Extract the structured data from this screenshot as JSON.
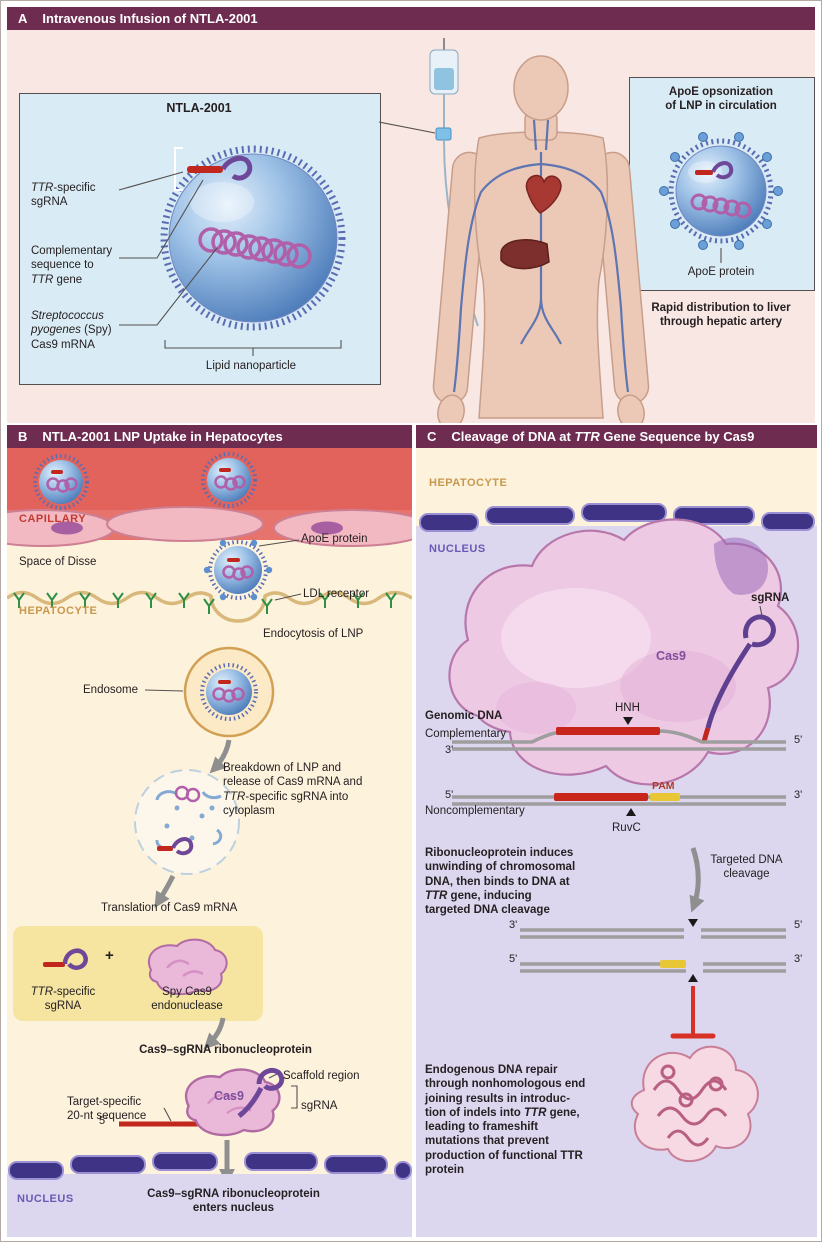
{
  "colors": {
    "panel_header": "#6e2c50",
    "panel_a_bg": "#f8e7e3",
    "cytoplasm_bg": "#fdf2dc",
    "nucleus_bg": "#dcd7ef",
    "info_box_bg": "#d9ecf5",
    "highlight_box_bg": "#f5e5a1",
    "capillary_red": "#e2625c",
    "target_red": "#c8251b",
    "pam_yellow": "#e8c636",
    "lnp_blue": "#4d7cba",
    "sgrna_purple": "#6f4798",
    "cas9_pink": "#eab9d9",
    "arrow_gray": "#8f8f8f"
  },
  "panel_a": {
    "panel_label": "A",
    "title": "Intravenous Infusion of NTLA-2001",
    "ntla_box": {
      "title": "NTLA-2001",
      "label_sgrna": "*TTR*-specific\nsgRNA",
      "label_complementary": "Complementary\nsequence to\n*TTR* gene",
      "label_spy_cas9": "*Streptococcus*\n*pyogenes* (Spy)\nCas9 mRNA",
      "label_lipid_nanoparticle": "Lipid nanoparticle"
    },
    "apoe_box": {
      "title": "ApoE opsonization\nof LNP in circulation",
      "label_apoe_protein": "ApoE protein"
    },
    "caption": "Rapid distribution to liver\nthrough hepatic artery"
  },
  "panel_b": {
    "panel_label": "B",
    "title": "NTLA-2001 LNP Uptake in Hepatocytes",
    "label_capillary": "CAPILLARY",
    "label_space_of_disse": "Space of Disse",
    "label_hepatocyte": "HEPATOCYTE",
    "label_apoe_protein": "ApoE protein",
    "label_ldl_receptor": "LDL receptor",
    "label_endocytosis": "Endocytosis of LNP",
    "label_endosome": "Endosome",
    "text_breakdown": "Breakdown of LNP and\nrelease of Cas9 mRNA and\n*TTR*-specific sgRNA into\ncytoplasm",
    "label_translation": "Translation of Cas9 mRNA",
    "label_ttr_sgrna": "*TTR*-specific\nsgRNA",
    "plus_sign": "+",
    "label_spy_endonuclease": "Spy Cas9\nendonuclease",
    "label_rnp": "Cas9–sgRNA ribonucleoprotein",
    "label_scaffold": "Scaffold region",
    "label_sgrna": "sgRNA",
    "label_target_specific": "Target-specific\n20-nt sequence",
    "label_five_prime": "5'",
    "label_cas9": "Cas9",
    "label_nucleus": "NUCLEUS",
    "text_enters_nucleus": "Cas9–sgRNA ribonucleoprotein\nenters nucleus"
  },
  "panel_c": {
    "panel_label": "C",
    "title": "Cleavage of DNA at *TTR* Gene Sequence by Cas9",
    "label_hepatocyte": "HEPATOCYTE",
    "label_nucleus": "NUCLEUS",
    "label_sgrna": "sgRNA",
    "label_cas9": "Cas9",
    "label_genomic_dna": "Genomic DNA",
    "label_complementary": "Complementary",
    "label_noncomplementary": "Noncomplementary",
    "label_hnh": "HNH",
    "label_ruvc": "RuvC",
    "label_pam": "PAM",
    "dna_top_left_end": "3'",
    "dna_top_right_end": "5'",
    "dna_bottom_left_end": "5'",
    "dna_bottom_right_end": "3'",
    "text_rnp_induces": "Ribonucleoprotein induces\nunwinding of chromosomal\nDNA, then binds to DNA at\n*TTR* gene, inducing\ntargeted DNA cleavage",
    "label_targeted_cleavage": "Targeted DNA\ncleavage",
    "cleaved_top_left_end": "3'",
    "cleaved_top_right_end": "5'",
    "cleaved_bottom_left_end": "5'",
    "cleaved_bottom_right_end": "3'",
    "text_endogenous_repair": "Endogenous DNA repair\nthrough nonhomologous end\njoining results in introduc-\ntion of indels into *TTR* gene,\nleading to frameshift\nmutations that prevent\nproduction of functional TTR\nprotein"
  }
}
